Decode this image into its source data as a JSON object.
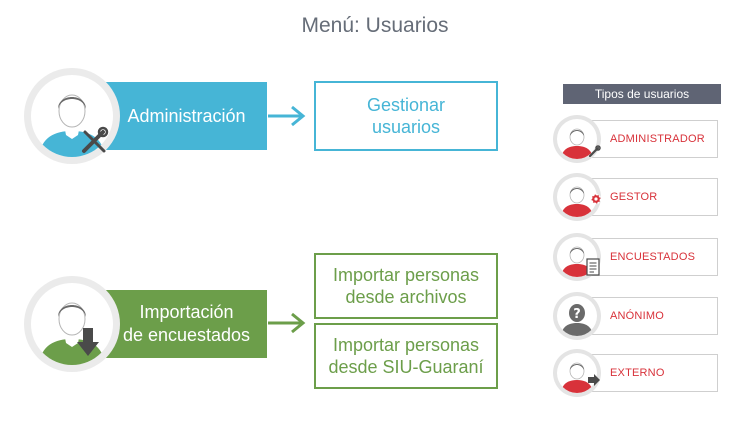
{
  "title": "Menú: Usuarios",
  "colors": {
    "admin": "#46b5d6",
    "import": "#6c9e4a",
    "legend_head": "#5f6474",
    "legend_text": "#d8323a"
  },
  "roles": [
    {
      "label": "Administración",
      "badge_icon": "tools-icon",
      "outputs": [
        "Gestionar\nusuarios"
      ]
    },
    {
      "label": "Importación\nde encuestados",
      "badge_icon": "download-icon",
      "outputs": [
        "Importar personas\ndesde archivos",
        "Importar personas\ndesde SIU-Guaraní"
      ]
    }
  ],
  "legend": {
    "title": "Tipos de usuarios",
    "items": [
      {
        "label": "ADMINISTRADOR",
        "icon": "wrench-icon"
      },
      {
        "label": "GESTOR",
        "icon": "gear-icon"
      },
      {
        "label": "ENCUESTADOS",
        "icon": "document-icon"
      },
      {
        "label": "ANÓNIMO",
        "icon": "question-icon"
      },
      {
        "label": "EXTERNO",
        "icon": "arrow-right-icon"
      }
    ]
  }
}
